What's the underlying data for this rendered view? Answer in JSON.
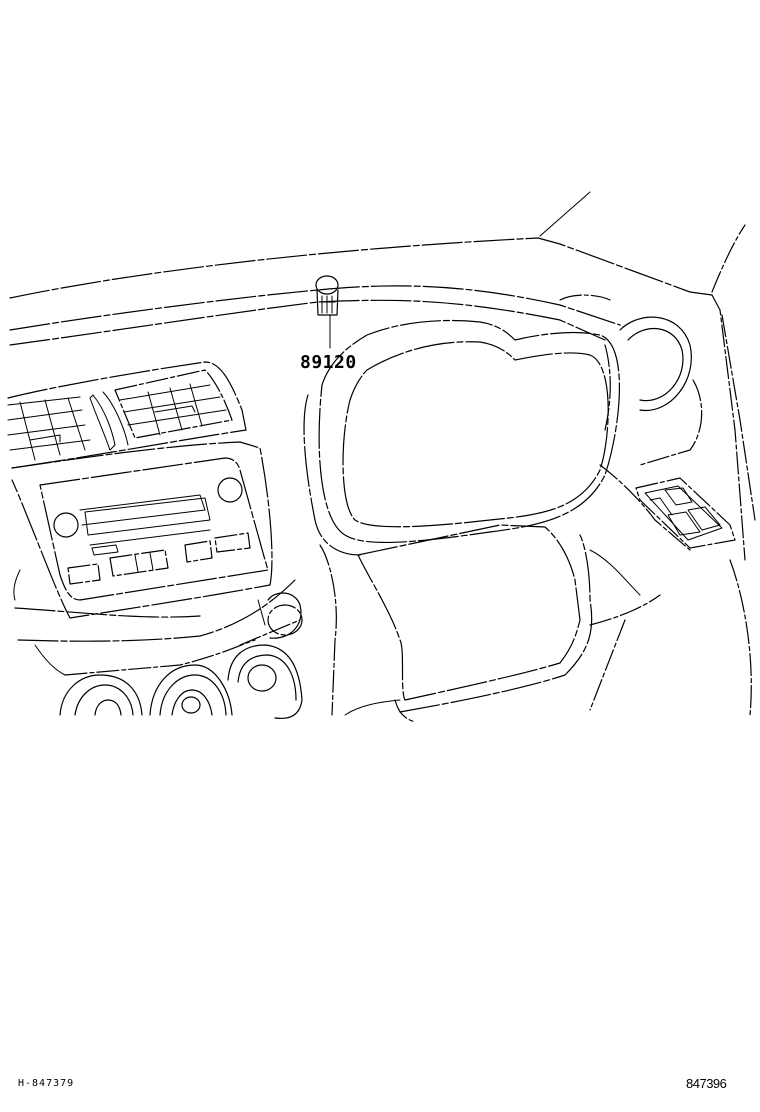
{
  "diagram": {
    "title": "Dashboard sensor location",
    "parts": [
      {
        "number": "89120",
        "description": "sensor on top of instrument panel"
      }
    ],
    "illustration_id": "H-847379",
    "figure_number": "847396"
  },
  "colors": {
    "line": "#000000",
    "background": "#ffffff"
  }
}
